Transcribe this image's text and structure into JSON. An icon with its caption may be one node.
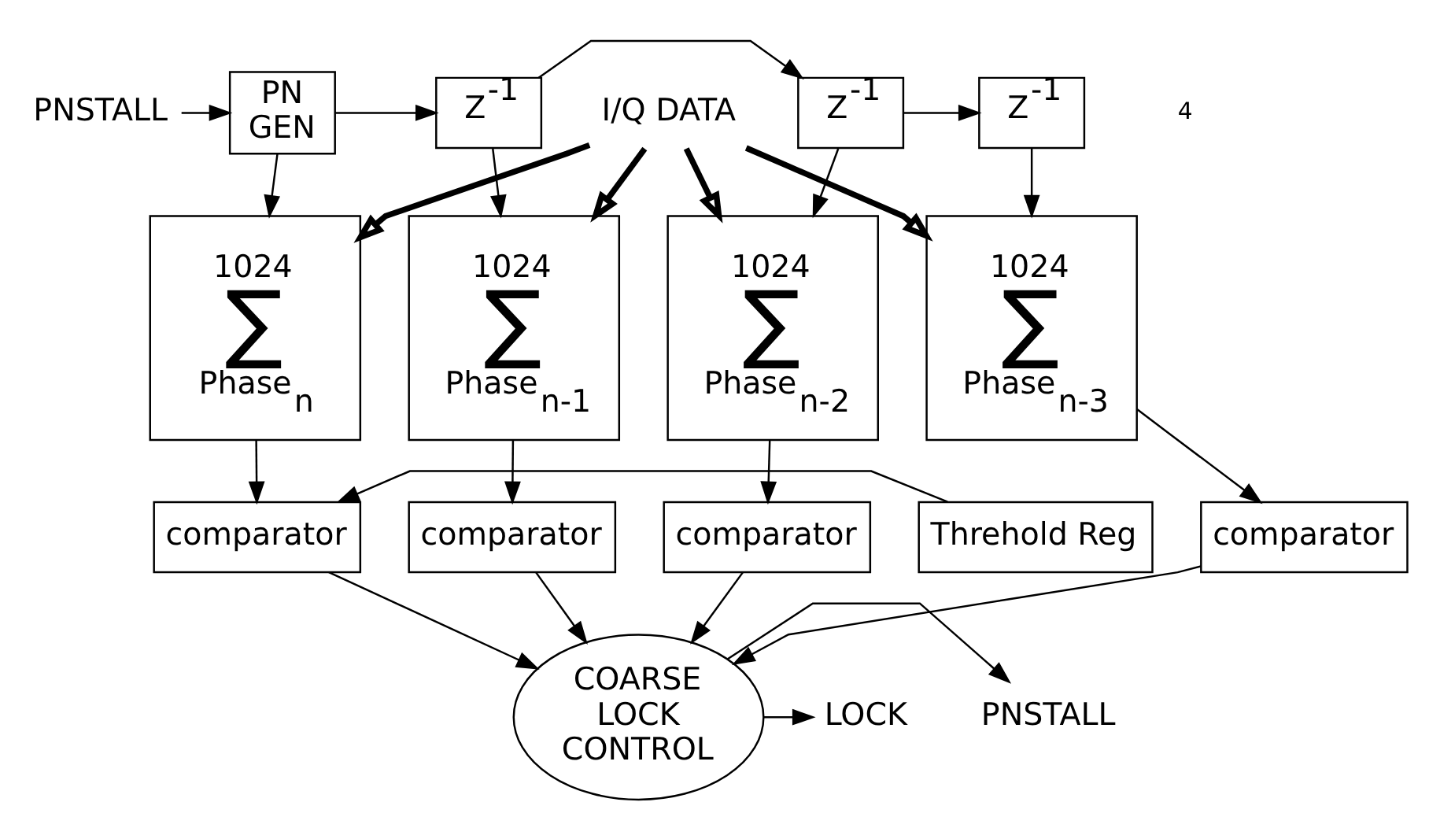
{
  "diagram": {
    "nodes": [
      {
        "text": [
          "PNSTALL"
        ]
      },
      {
        "text": [
          "PN GEN"
        ]
      },
      {
        "text": [
          "Z$^{-1}$"
        ]
      },
      {
        "text": [
          "Z$^{-1}$"
        ]
      },
      {
        "text": [
          "Z$^{-1}$"
        ]
      },
      {
        "text": [
          "I/Q DATA"
        ]
      },
      {
        "text": [
          "1024",
          "∑",
          "Phase$_{n}$"
        ]
      },
      {
        "text": [
          "1024",
          "∑",
          "Phase$_{n-1}$"
        ]
      },
      {
        "text": [
          "1024",
          "∑",
          "Phase$_{n-2}$"
        ]
      },
      {
        "text": [
          "1024",
          "∑",
          "Phase$_{n-3}$"
        ]
      },
      {
        "text": [
          "Threhold Reg"
        ]
      },
      {
        "text": [
          "comparator"
        ]
      },
      {
        "text": [
          "comparator"
        ]
      },
      {
        "text": [
          "comparator"
        ]
      },
      {
        "text": [
          "comparator"
        ]
      },
      {
        "text": [
          "COARSE LOCK CONTROL"
        ]
      },
      {
        "text": [
          "LOCK"
        ]
      },
      {
        "text": [
          "PNSTALL"
        ]
      }
    ],
    "edges": [
      {
        "from": 0,
        "to": 1,
        "arrow": "to"
      },
      {
        "from": 1,
        "to": 2,
        "arrow": "to"
      },
      {
        "from": 2,
        "to": 3,
        "arrow": "to"
      },
      {
        "from": 3,
        "to": 4,
        "arrow": "to"
      },
      {
        "from": 5,
        "to": 6,
        "arrow": "to",
        "style": "thick"
      },
      {
        "from": 1,
        "to": 6,
        "arrow": "to"
      },
      {
        "from": 5,
        "to": 7,
        "arrow": "to",
        "style": "thick"
      },
      {
        "from": 2,
        "to": 7,
        "arrow": "to"
      },
      {
        "from": 5,
        "to": 8,
        "arrow": "to",
        "style": "thick"
      },
      {
        "from": 3,
        "to": 8,
        "arrow": "to"
      },
      {
        "from": 5,
        "to": 9,
        "arrow": "to",
        "style": "thick"
      },
      {
        "from": 4,
        "to": 9,
        "arrow": "to"
      },
      {
        "from": 6,
        "to": 11,
        "arrow": "to"
      },
      {
        "from": 7,
        "to": 12,
        "arrow": "to"
      },
      {
        "from": 8,
        "to": 13,
        "arrow": "to"
      },
      {
        "from": 9,
        "to": 14,
        "arrow": "to"
      },
      {
        "from": 10,
        "to": 11,
        "arrow": "to"
      },
      {
        "from": 11,
        "to": 15,
        "arrow": "to"
      },
      {
        "from": 12,
        "to": 15,
        "arrow": "to"
      },
      {
        "from": 13,
        "to": 15,
        "arrow": "to"
      },
      {
        "from": 14,
        "to": 15,
        "arrow": "to"
      },
      {
        "from": 15,
        "to": 16,
        "arrow": "to"
      },
      {
        "from": 15,
        "to": 17,
        "arrow": "to"
      }
    ],
    "labels": [
      "4"
    ]
  }
}
